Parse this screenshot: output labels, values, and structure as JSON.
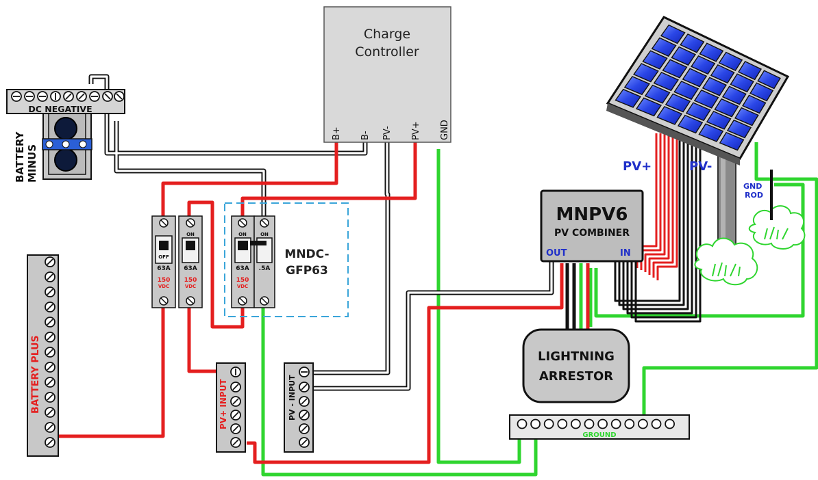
{
  "charge_controller": {
    "title_line1": "Charge",
    "title_line2": "Controller",
    "terminals": [
      "B+",
      "B-",
      "PV-",
      "PV+",
      "GND"
    ]
  },
  "dc_negative": {
    "label": "DC NEGATIVE"
  },
  "battery_minus": {
    "label_line1": "BATTERY",
    "label_line2": "MINUS"
  },
  "battery_plus": {
    "label": "BATTERY PLUS"
  },
  "breakers": [
    {
      "state": "OFF",
      "rating": "63A",
      "voltage_line1": "150",
      "voltage_line2": "VDC"
    },
    {
      "state": "ON",
      "rating": "63A",
      "voltage_line1": "150",
      "voltage_line2": "VDC"
    },
    {
      "state": "ON",
      "rating": "63A",
      "voltage_line1": "150",
      "voltage_line2": "VDC"
    },
    {
      "state": "ON",
      "rating": ".5A"
    }
  ],
  "gfp": {
    "line1": "MNDC-",
    "line2": "GFP63"
  },
  "pv_plus_input": {
    "label": "PV+ INPUT"
  },
  "pv_minus_input": {
    "label": "PV - INPUT"
  },
  "combiner": {
    "title": "MNPV6",
    "subtitle": "PV COMBINER",
    "out_label": "OUT",
    "in_label": "IN"
  },
  "lightning_arrestor": {
    "line1": "LIGHTNING",
    "line2": "ARRESTOR"
  },
  "ground_bar": {
    "label": "GROUND"
  },
  "solar_labels": {
    "pv_plus": "PV+",
    "pv_minus": "PV-"
  },
  "gnd_rod": {
    "line1": "GND",
    "line2": "ROD"
  },
  "colors": {
    "positive": "#e41f1f",
    "negative_wire": "#ffffff",
    "ground": "#2fd52f",
    "panel": "#1f3fe0",
    "label_blue": "#1f2fc9"
  }
}
